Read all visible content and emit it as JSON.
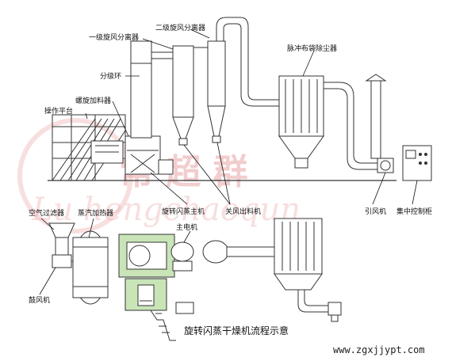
{
  "title": "旋转闪蒸干燥机流程示意",
  "url": "www.zgxjjypt.com",
  "watermark": {
    "cn": "常 超 群",
    "script": "Lu  hengchaoqun"
  },
  "top_view": {
    "labels": {
      "secondary_cyclone": "二级旋风分离器",
      "primary_cyclone": "一级旋风分离器",
      "classifier_ring": "分级环",
      "screw_feeder": "螺旋加料器",
      "operating_platform": "操作平台",
      "pulse_bag_filter": "脉冲布袋除尘器",
      "flash_main_unit": "旋转闪蒸主机",
      "airlock_discharger": "关风出料机",
      "induced_fan": "引风机",
      "control_cabinet": "集中控制柜"
    }
  },
  "plan_view": {
    "labels": {
      "air_filter": "空气过滤器",
      "steam_heater": "蒸汽加热器",
      "main_motor": "主电机",
      "blower": "鼓风机"
    }
  }
}
